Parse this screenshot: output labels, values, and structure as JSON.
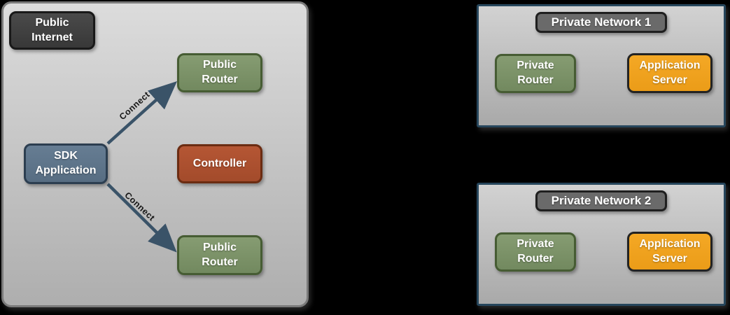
{
  "public_internet": {
    "title": "Public Internet",
    "public_router_top": "Public Router",
    "sdk_application": "SDK Application",
    "controller": "Controller",
    "public_router_bottom": "Public Router",
    "connect_top_label": "Connect",
    "connect_bottom_label": "Connect"
  },
  "private_networks": [
    {
      "title": "Private Network 1",
      "private_router": "Private Router",
      "application_server": "Application Server"
    },
    {
      "title": "Private Network 2",
      "private_router": "Private Router",
      "application_server": "Application Server"
    }
  ],
  "colors": {
    "background": "#000000",
    "public_panel_fill_top": "#dcdcdc",
    "public_panel_fill_bottom": "#aeaeae",
    "public_panel_border": "#7a7a7a",
    "private_panel_border": "#26465c",
    "dark_node_fill": "#3e3e3e",
    "green_node_fill": "#7b9268",
    "green_node_border": "#465c33",
    "blue_node_fill": "#5e7489",
    "blue_node_border": "#2c3e50",
    "red_node_fill": "#ad5130",
    "red_node_border": "#6b2c12",
    "orange_node_fill": "#f0a11f",
    "orange_node_border": "#232323",
    "badge_fill": "#6a6a6a",
    "arrow_color": "#3a5368"
  }
}
